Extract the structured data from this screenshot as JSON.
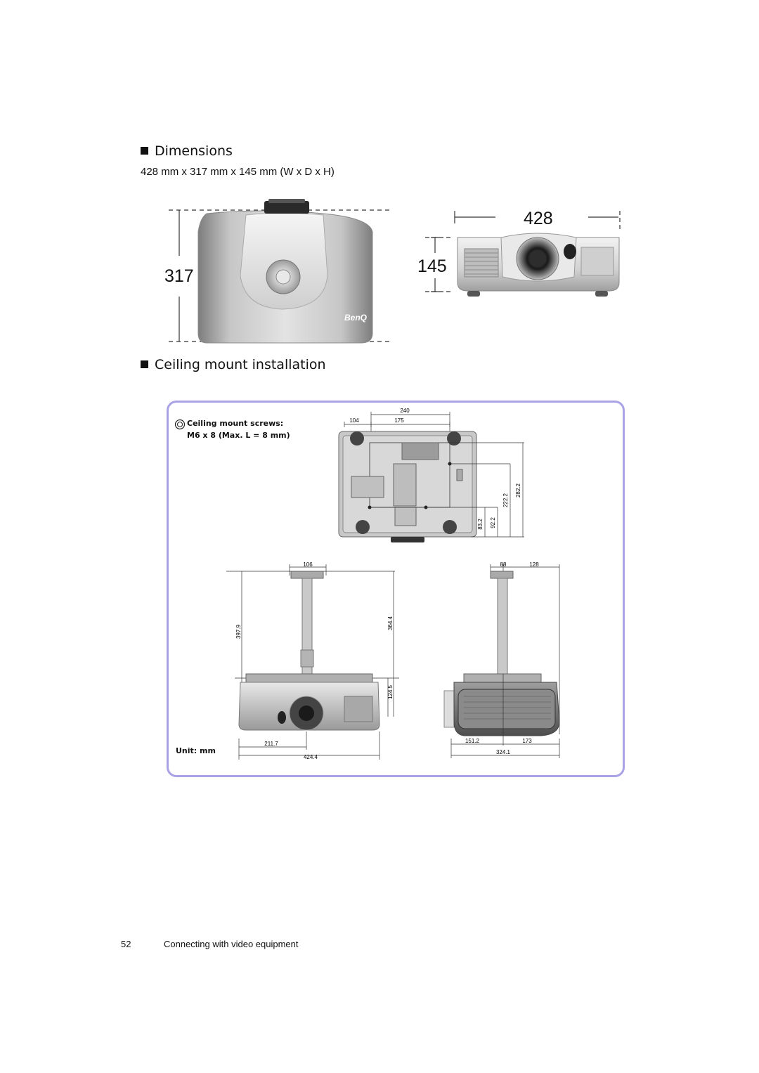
{
  "dimensions": {
    "heading": "Dimensions",
    "spec": "428 mm x 317 mm x 145 mm (W x D x H)",
    "depth_label": "317",
    "width_label": "428",
    "height_label": "145",
    "brand_logo": "BenQ"
  },
  "ceiling": {
    "heading": "Ceiling mount installation",
    "screws_line1": "Ceiling mount screws:",
    "screws_line2": "M6 x 8 (Max.  L = 8 mm)",
    "unit": "Unit: mm",
    "bottom_view": {
      "d240": "240",
      "d104": "104",
      "d175": "175",
      "d282_2": "282.2",
      "d222_2": "222.2",
      "d92_2": "92.2",
      "d83_2": "83.2"
    },
    "front_view": {
      "d106": "106",
      "d397_9": "397.9",
      "d364_4": "364.4",
      "d124_5": "124.5",
      "d211_7": "211.7",
      "d424_4": "424.4"
    },
    "side_view": {
      "d88": "88",
      "d128": "128",
      "d151_2": "151.2",
      "d173": "173",
      "d324_1": "324.1"
    }
  },
  "footer": {
    "page_number": "52",
    "section": "Connecting with video equipment"
  },
  "colors": {
    "frame": "#a9a3e6",
    "body": "#111111"
  }
}
